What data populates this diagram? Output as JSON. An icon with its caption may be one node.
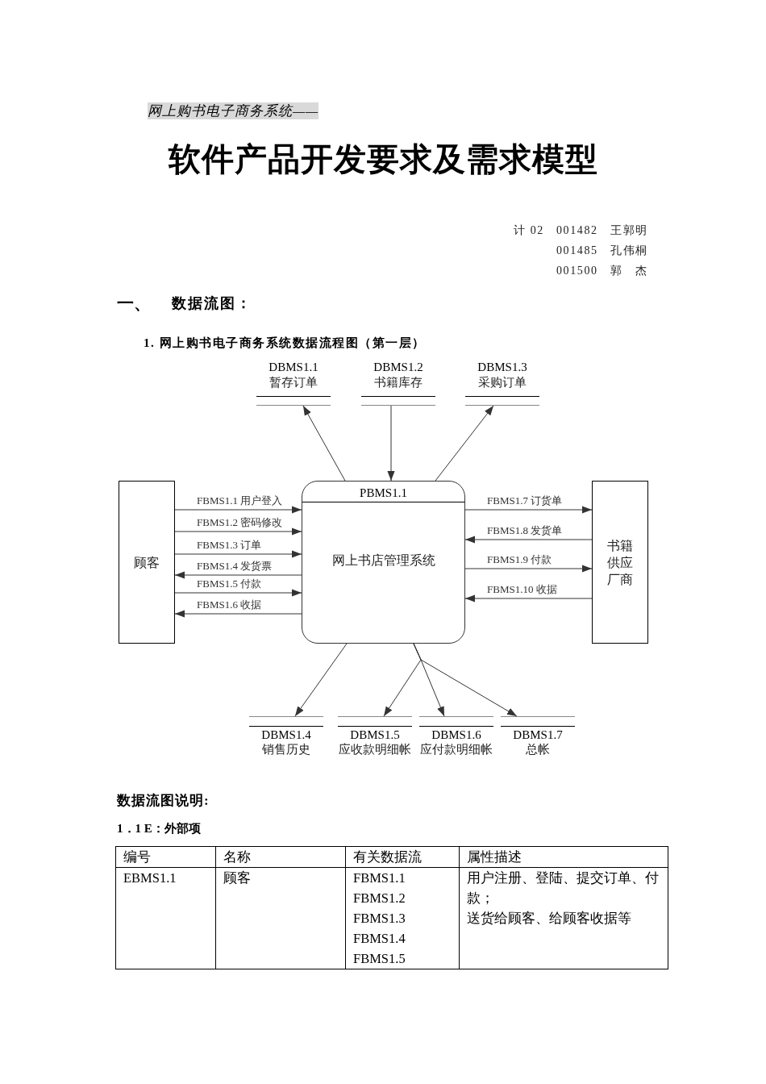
{
  "diagram": {
    "title": "软件产品开发要求及需求模型",
    "nodes": [
      {
        "text": [
          "DBMS1.1",
          "暂存订单"
        ]
      },
      {
        "text": [
          "DBMS1.2",
          "书籍库存"
        ]
      },
      {
        "text": [
          "DBMS1.3",
          "采购订单"
        ]
      },
      {
        "text": [
          "顾客"
        ]
      },
      {
        "text": [
          "PBMS1.1",
          "网上书店管理系统"
        ]
      },
      {
        "text": [
          "书籍供应厂商"
        ]
      },
      {
        "text": [
          "DBMS1.4",
          "销售历史"
        ]
      },
      {
        "text": [
          "DBMS1.5",
          "应收款明细帐"
        ]
      },
      {
        "text": [
          "DBMS1.6",
          "应付款明细帐"
        ]
      },
      {
        "text": [
          "DBMS1.7",
          "总帐"
        ]
      }
    ],
    "edges": [
      {
        "from": 4,
        "to": 0,
        "arrow": "to"
      },
      {
        "from": 1,
        "to": 4,
        "arrow": "to"
      },
      {
        "from": 4,
        "to": 2,
        "arrow": "to"
      },
      {
        "from": 3,
        "to": 4,
        "arrow": "to",
        "label": "FBMS1.1 用户登入"
      },
      {
        "from": 3,
        "to": 4,
        "arrow": "to",
        "label": "FBMS1.2 密码修改"
      },
      {
        "from": 3,
        "to": 4,
        "arrow": "to",
        "label": "FBMS1.3 订单"
      },
      {
        "from": 4,
        "to": 3,
        "arrow": "to",
        "label": "FBMS1.4 发货票"
      },
      {
        "from": 3,
        "to": 4,
        "arrow": "to",
        "label": "FBMS1.5 付款"
      },
      {
        "from": 4,
        "to": 3,
        "arrow": "to",
        "label": "FBMS1.6 收据"
      },
      {
        "from": 4,
        "to": 5,
        "arrow": "to",
        "label": "FBMS1.7 订货单"
      },
      {
        "from": 5,
        "to": 4,
        "arrow": "to",
        "label": "FBMS1.8 发货单"
      },
      {
        "from": 4,
        "to": 5,
        "arrow": "to",
        "label": "FBMS1.9 付款"
      },
      {
        "from": 5,
        "to": 4,
        "arrow": "to",
        "label": "FBMS1.10 收据"
      },
      {
        "from": 4,
        "to": 6,
        "arrow": "to"
      },
      {
        "from": 4,
        "to": 7,
        "arrow": "to"
      },
      {
        "from": 4,
        "to": 8,
        "arrow": "to"
      },
      {
        "from": 4,
        "to": 9,
        "arrow": "to"
      }
    ],
    "labels": [
      "网上购书电子商务系统——",
      "计 02",
      "001482",
      "王郭明",
      "001485",
      "孔伟桐",
      "001500",
      "郭　杰",
      "一、",
      "数据流图：",
      "1. 网上购书电子商务系统数据流程图（第一层）",
      "数据流图说明:",
      "1．1 E：外部项",
      "编号",
      "名称",
      "有关数据流",
      "属性描述",
      "EBMS1.1",
      "顾客",
      "FBMS1.1",
      "FBMS1.2",
      "FBMS1.3",
      "FBMS1.4",
      "FBMS1.5",
      "用户注册、登陆、提交订单、付款；",
      "送货给顾客、给顾客收据等"
    ]
  }
}
